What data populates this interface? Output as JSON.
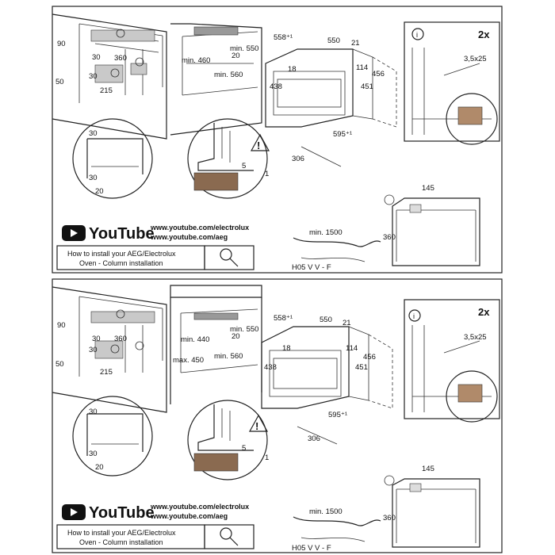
{
  "panels": [
    {
      "dims": {
        "d90": "90",
        "d30a": "30",
        "d360": "360",
        "d50": "50",
        "d30b": "30",
        "d215": "215",
        "min460": "min. 460",
        "min550": "min. 550",
        "d20": "20",
        "min560": "min. 560",
        "d558": "558⁺¹",
        "d550": "550",
        "d21": "21",
        "d18": "18",
        "d114": "114",
        "d456": "456",
        "d438": "438",
        "d451": "451",
        "d595": "595⁺¹",
        "d306": "306",
        "d5": "5",
        "d1": "1",
        "c30": "30",
        "c30b": "30",
        "c20": "20",
        "screw": "3,5x25",
        "mult": "2x",
        "d145": "145",
        "d360b": "360",
        "min1500": "min. 1500",
        "cable": "H05 V V - F"
      },
      "youtube": {
        "brand": "YouTube",
        "url1": "www.youtube.com/electrolux",
        "url2": "www.youtube.com/aeg",
        "caption1": "How to install your AEG/Electrolux",
        "caption2": "Oven - Column installation"
      }
    },
    {
      "dims": {
        "d90": "90",
        "d30a": "30",
        "d360": "360",
        "d50": "50",
        "d30b": "30",
        "d215": "215",
        "min440": "min. 440",
        "max450": "max. 450",
        "min550": "min. 550",
        "d20": "20",
        "min560": "min. 560",
        "d558": "558⁺¹",
        "d550": "550",
        "d21": "21",
        "d18": "18",
        "d114": "114",
        "d456": "456",
        "d438": "438",
        "d451": "451",
        "d595": "595⁺¹",
        "d306": "306",
        "d5": "5",
        "d1": "1",
        "c30": "30",
        "c30b": "30",
        "c20": "20",
        "screw": "3,5x25",
        "mult": "2x",
        "d145": "145",
        "d360b": "360",
        "min1500": "min. 1500",
        "cable": "H05 V V - F"
      },
      "youtube": {
        "brand": "YouTube",
        "url1": "www.youtube.com/electrolux",
        "url2": "www.youtube.com/aeg",
        "caption1": "How to install your AEG/Electrolux",
        "caption2": "Oven - Column installation"
      }
    }
  ],
  "icons": {
    "info": "i",
    "warning": "!"
  }
}
